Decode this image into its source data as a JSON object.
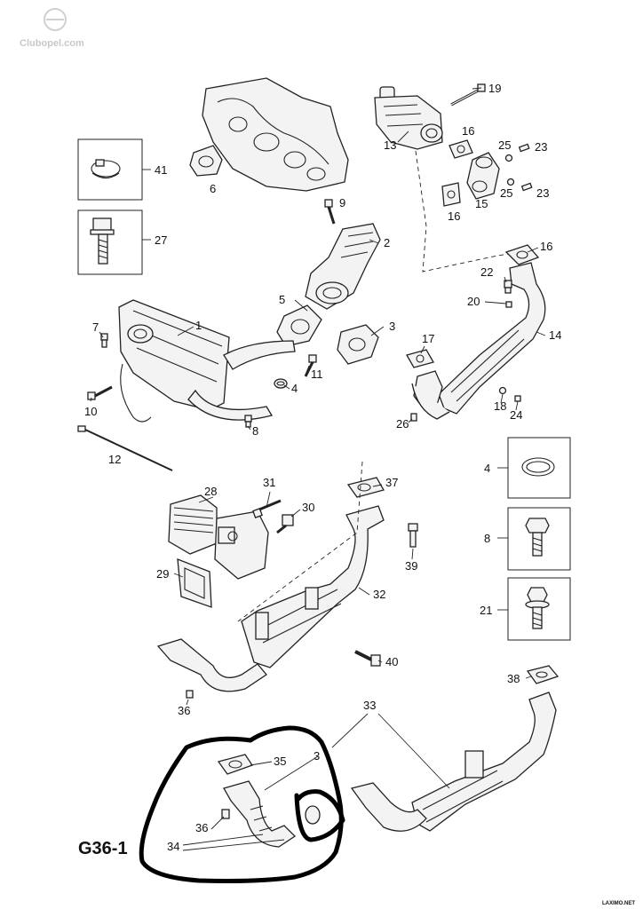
{
  "watermark": "Clubopel.com",
  "diagram_code": "G36-1",
  "footer": "LAXIMO.NET",
  "callouts": {
    "c1": "1",
    "c2": "2",
    "c3": "3",
    "c4": "4",
    "c5": "5",
    "c6": "6",
    "c7": "7",
    "c8": "8",
    "c9": "9",
    "c10": "10",
    "c11": "11",
    "c12": "12",
    "c13": "13",
    "c14": "14",
    "c15": "15",
    "c16a": "16",
    "c16b": "16",
    "c16c": "16",
    "c17": "17",
    "c18": "18",
    "c19": "19",
    "c20": "20",
    "c21": "21",
    "c22": "22",
    "c23a": "23",
    "c23b": "23",
    "c24": "24",
    "c25a": "25",
    "c25b": "25",
    "c26": "26",
    "c27": "27",
    "c28": "28",
    "c29": "29",
    "c30": "30",
    "c31": "31",
    "c32": "32",
    "c33": "33",
    "c34": "34",
    "c35": "35",
    "c36a": "36",
    "c36b": "36",
    "c37": "37",
    "c38": "38",
    "c39": "39",
    "c40": "40",
    "c41": "41",
    "box4": "4",
    "box8": "8",
    "box21": "21",
    "box27": "27",
    "box41": "41"
  }
}
